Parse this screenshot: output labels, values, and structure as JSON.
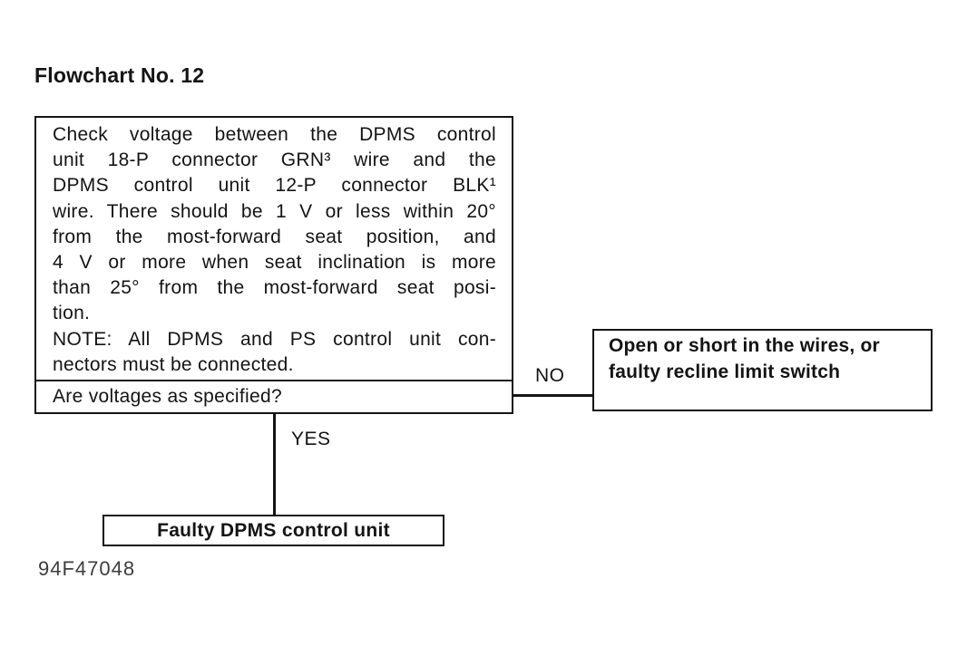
{
  "page": {
    "title": "Flowchart No. 12",
    "footer_code": "94F47048"
  },
  "colors": {
    "ink": "#141414",
    "paper": "#ffffff"
  },
  "flowchart": {
    "check_box": {
      "lines": [
        "Check voltage between the DPMS control",
        "unit 18-P connector GRN³ wire and the",
        "DPMS control unit 12-P connector BLK¹",
        "wire. There should be 1 V or less within 20°",
        "from the most-forward seat position, and",
        "4 V or more when seat inclination is more",
        "than 25° from the most-forward seat posi-",
        "tion.",
        "NOTE: All DPMS and PS control unit con-",
        "nectors must be connected."
      ],
      "question": "Are voltages as specified?"
    },
    "no_branch": {
      "label": "NO",
      "result_lines": [
        "Open or short in the wires, or",
        "faulty recline limit switch"
      ]
    },
    "yes_branch": {
      "label": "YES",
      "result": "Faulty DPMS control unit"
    }
  }
}
